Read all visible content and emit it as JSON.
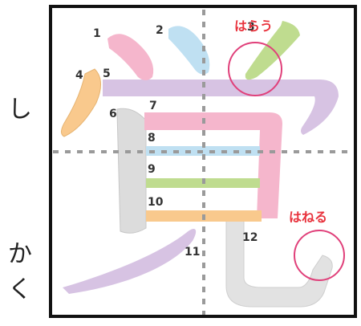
{
  "kanji": "覚",
  "readings": [
    "し",
    "か",
    "く"
  ],
  "stroke_numbers": [
    "1",
    "2",
    "3",
    "4",
    "5",
    "6",
    "7",
    "8",
    "9",
    "10",
    "11",
    "12"
  ],
  "annotations": {
    "harau": "はらう",
    "haneru": "はねる"
  },
  "colors": {
    "frame": "#111111",
    "guide": "#9a9a9a",
    "pink": "#f5b6cc",
    "blue": "#bfe0f2",
    "green": "#bfdc8f",
    "orange": "#f9c98d",
    "purple": "#d7c3e3",
    "gray": "#dcdcdc",
    "red_text": "#e8323c",
    "circle": "#e0407a"
  }
}
